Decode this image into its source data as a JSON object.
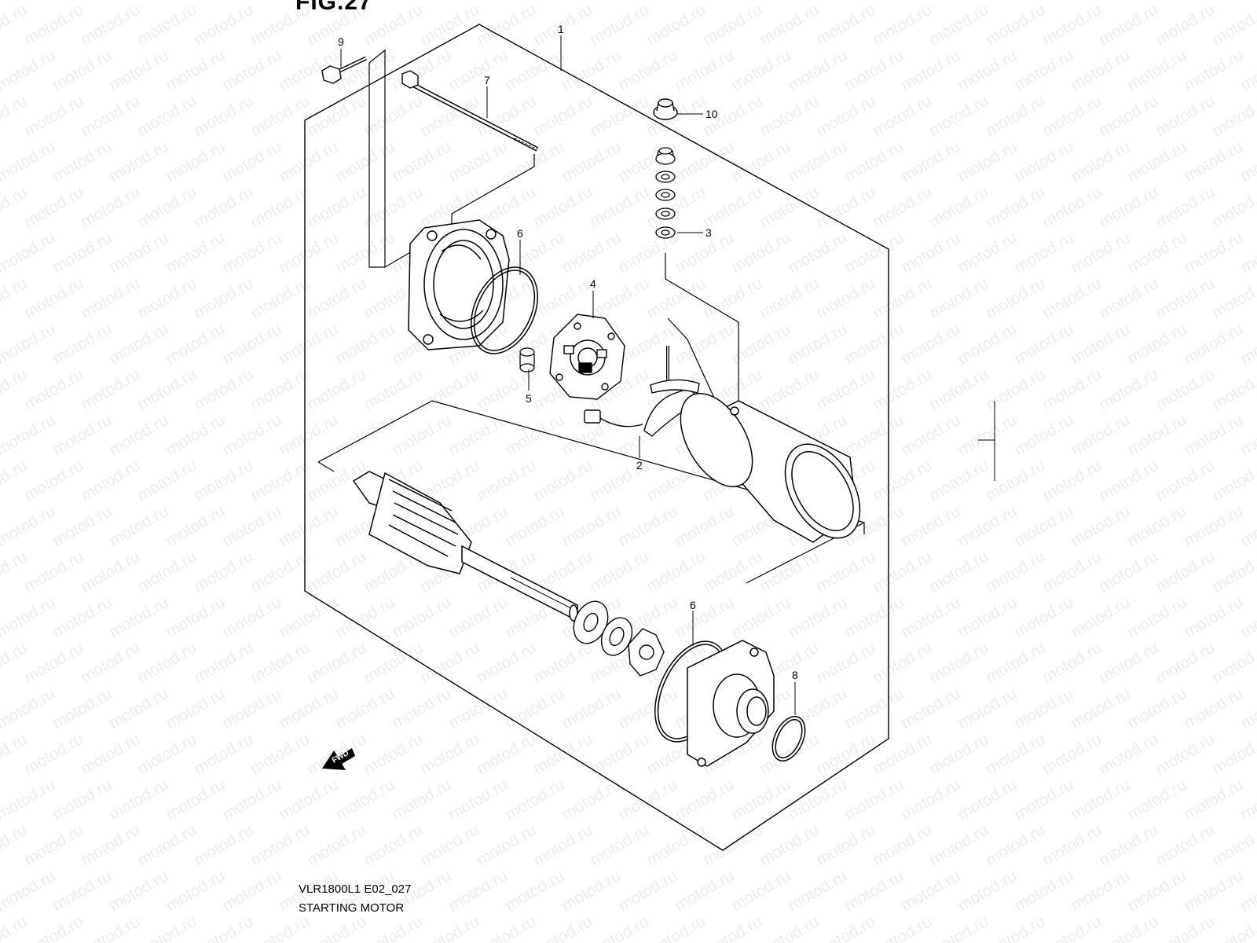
{
  "figure": {
    "title": "FIG.27"
  },
  "caption": {
    "code": "VLR1800L1 E02_027",
    "name": "STARTING MOTOR"
  },
  "watermark": {
    "text": "motod.ru"
  },
  "fwd_label": "FWD",
  "callouts": [
    {
      "id": "c1",
      "label": "1",
      "part": "starting motor assembly"
    },
    {
      "id": "c2",
      "label": "2",
      "part": "brush set"
    },
    {
      "id": "c3",
      "label": "3",
      "part": "washer set"
    },
    {
      "id": "c4",
      "label": "4",
      "part": "brush holder"
    },
    {
      "id": "c5",
      "label": "5",
      "part": "bearing"
    },
    {
      "id": "c6a",
      "label": "6",
      "part": "o-ring"
    },
    {
      "id": "c6b",
      "label": "6",
      "part": "o-ring"
    },
    {
      "id": "c7",
      "label": "7",
      "part": "housing bolt"
    },
    {
      "id": "c8",
      "label": "8",
      "part": "o-ring"
    },
    {
      "id": "c9",
      "label": "9",
      "part": "bolt"
    },
    {
      "id": "c10",
      "label": "10",
      "part": "nut"
    }
  ],
  "colors": {
    "line": "#000000",
    "background": "#ffffff"
  }
}
